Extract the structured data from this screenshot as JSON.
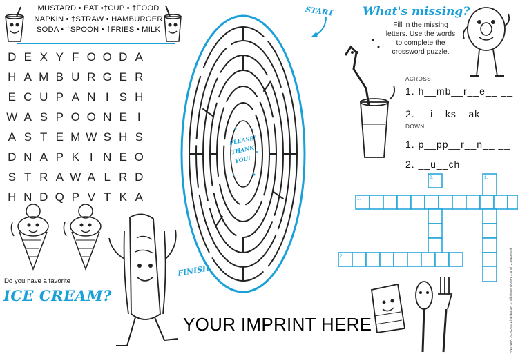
{
  "word_list": {
    "lines": [
      "MUSTARD • EAT •†CUP • †FOOD",
      "NAPKIN • †STRAW • HAMBURGER",
      "SODA • †SPOON • †FRIES • MILK"
    ]
  },
  "word_search": {
    "rows": [
      [
        "D",
        "E",
        "X",
        "Y",
        "F",
        "O",
        "O",
        "D",
        "A"
      ],
      [
        "H",
        "A",
        "M",
        "B",
        "U",
        "R",
        "G",
        "E",
        "R"
      ],
      [
        "E",
        "C",
        "U",
        "P",
        "A",
        "N",
        "I",
        "S",
        "H"
      ],
      [
        "W",
        "A",
        "S",
        "P",
        "O",
        "O",
        "N",
        "E",
        "I"
      ],
      [
        "A",
        "S",
        "T",
        "E",
        "M",
        "W",
        "S",
        "H",
        "S"
      ],
      [
        "D",
        "N",
        "A",
        "P",
        "K",
        "I",
        "N",
        "E",
        "O"
      ],
      [
        "S",
        "T",
        "R",
        "A",
        "W",
        "A",
        "L",
        "R",
        "D"
      ],
      [
        "H",
        "N",
        "D",
        "Q",
        "P",
        "V",
        "T",
        "K",
        "A"
      ]
    ]
  },
  "maze": {
    "start_label": "START",
    "finish_label": "FINISH",
    "center_text": [
      "PLEASE!",
      "THANK",
      "YOU!"
    ],
    "accent": "#1aa0d8"
  },
  "whats_missing": {
    "title": "What's missing?",
    "instructions": [
      "Fill in the missing",
      "letters. Use the words",
      "to complete the",
      "crossword puzzle."
    ],
    "across_label": "ACROSS",
    "down_label": "DOWN",
    "across": [
      "1. h__mb__r__e__ __",
      "2. __i__ks__ak__ __"
    ],
    "down": [
      "1. p__pp__r__n__ __",
      "2. __u__ch"
    ]
  },
  "crossword": {
    "numbers": [
      "1.",
      "2.",
      "1.",
      "2."
    ]
  },
  "ice_cream": {
    "question": "Do you have a favorite",
    "title": "ICE CREAM?"
  },
  "imprint": "YOUR IMPRINT HERE",
  "answer_key": "ANSWER: ACROSS 1.hamburger 2.milkshake  DOWN 1.lunch 2.pepperoni",
  "colors": {
    "accent": "#1aa0d8",
    "ink": "#111111"
  }
}
